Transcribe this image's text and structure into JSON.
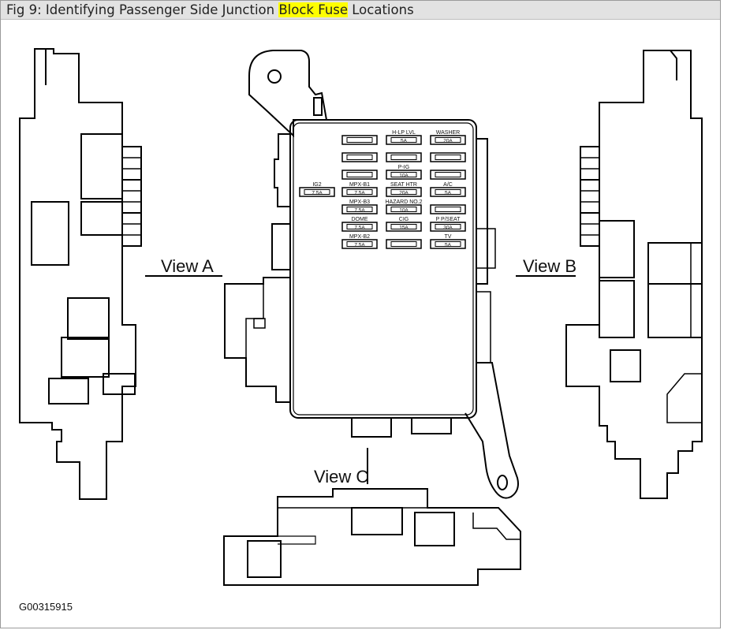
{
  "title": {
    "prefix": "Fig 9: Identifying Passenger Side Junction ",
    "highlight": "Block Fuse",
    "suffix": " Locations",
    "highlight_color": "#ffff00"
  },
  "views": {
    "a": "View A",
    "b": "View B",
    "c": "View C"
  },
  "figure_code": "G00315915",
  "fuse_box": {
    "rows": [
      [
        {
          "label": "",
          "rating": ""
        },
        {
          "label": "H-LP LVL",
          "rating": "5A"
        },
        {
          "label": "WASHER",
          "rating": "20A"
        }
      ],
      [
        {
          "label": "",
          "rating": ""
        },
        {
          "label": "P-IG",
          "rating": "10A"
        },
        {
          "label": "",
          "rating": ""
        }
      ],
      [
        {
          "label": "MPX-B1",
          "rating": "7.5A"
        },
        {
          "label": "SEAT HTR",
          "rating": "20A"
        },
        {
          "label": "A/C",
          "rating": "5A"
        }
      ],
      [
        {
          "label": "MPX-B3",
          "rating": "7.5A"
        },
        {
          "label": "HAZARD NO.2",
          "rating": "10A"
        },
        {
          "label": "",
          "rating": ""
        }
      ],
      [
        {
          "label": "DOME",
          "rating": "7.5A"
        },
        {
          "label": "CIG",
          "rating": "15A"
        },
        {
          "label": "P P/SEAT",
          "rating": "30A"
        }
      ],
      [
        {
          "label": "MPX-B2",
          "rating": "7.5A"
        },
        {
          "label": "",
          "rating": ""
        },
        {
          "label": "TV",
          "rating": "5A"
        }
      ]
    ],
    "side_fuse": {
      "label": "IG2",
      "rating": "7.5A"
    }
  }
}
